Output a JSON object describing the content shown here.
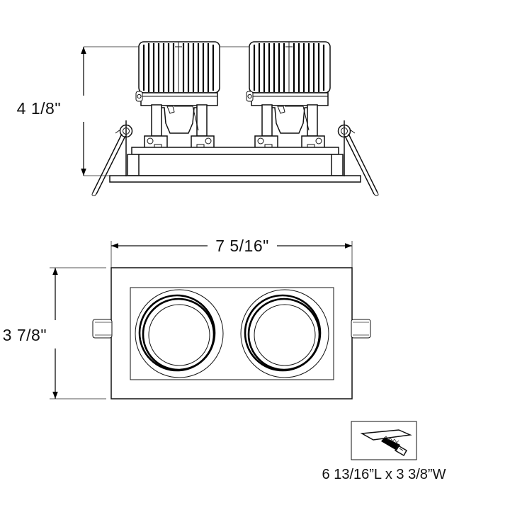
{
  "drawing": {
    "title": "Recessed Multiple Gimbal Downlight - Dimensional Drawing",
    "product_type": "2-head rectangular recessed gimbal luminaire",
    "background_color": "#ffffff",
    "line_color": "#111111"
  },
  "views": {
    "elevation": {
      "name": "side-elevation-view",
      "description": "Front elevation showing two adjustable LED heat-sink modules on gimbal yokes above a rectangular housing with flange and torsion spring clips",
      "module_count": 2,
      "fin_count_per_module": 15,
      "spring_clip_count": 2
    },
    "plan": {
      "name": "bottom-plan-view",
      "description": "Plan view of rectangular trim with two circular apertures and two side mounting tabs",
      "aperture_count": 2,
      "tab_count": 2
    }
  },
  "dimensions": {
    "height": {
      "label": "4 1/8\"",
      "axis": "vertical",
      "applies_to": "elevation"
    },
    "length": {
      "label": "7 5/16\"",
      "axis": "horizontal",
      "applies_to": "plan"
    },
    "width": {
      "label": "3 7/8\"",
      "axis": "vertical",
      "applies_to": "plan"
    }
  },
  "cutout": {
    "icon_name": "saw-cutting-ceiling-icon",
    "caption": "6 13/16”L x 3 3/8”W"
  }
}
